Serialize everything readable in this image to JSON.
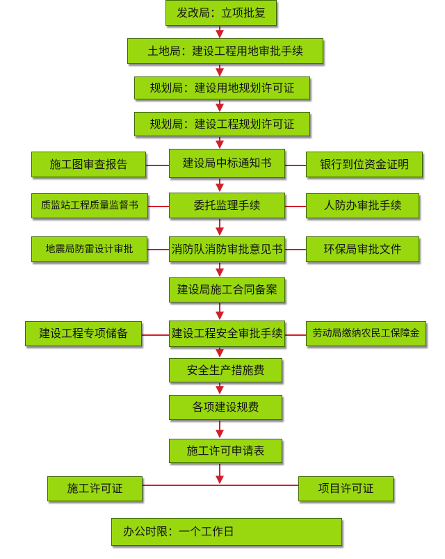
{
  "colors": {
    "box_fill": "#99d80f",
    "box_border": "#3e6a00",
    "connector": "#d01f2c"
  },
  "main_steps": [
    "发改局：立项批复",
    "土地局：建设工程用地审批手续",
    "规划局：建设用地规划许可证",
    "规划局：建设工程规划许可证",
    "建设局中标通知书",
    "委托监理手续",
    "消防队消防审批意见书",
    "建设局施工合同备案",
    "建设工程安全审批手续",
    "安全生产措施费",
    "各项建设规费",
    "施工许可申请表"
  ],
  "left_side": [
    "施工图审查报告",
    "质监站工程质量监督书",
    "地震局防雷设计审批",
    "建设工程专项储备"
  ],
  "right_side": [
    "银行到位资金证明",
    "人防办审批手续",
    "环保局审批文件",
    "劳动局缴纳农民工保障金"
  ],
  "outputs": [
    "施工许可证",
    "项目许可证"
  ],
  "office_time": "办公时限：一个工作日"
}
